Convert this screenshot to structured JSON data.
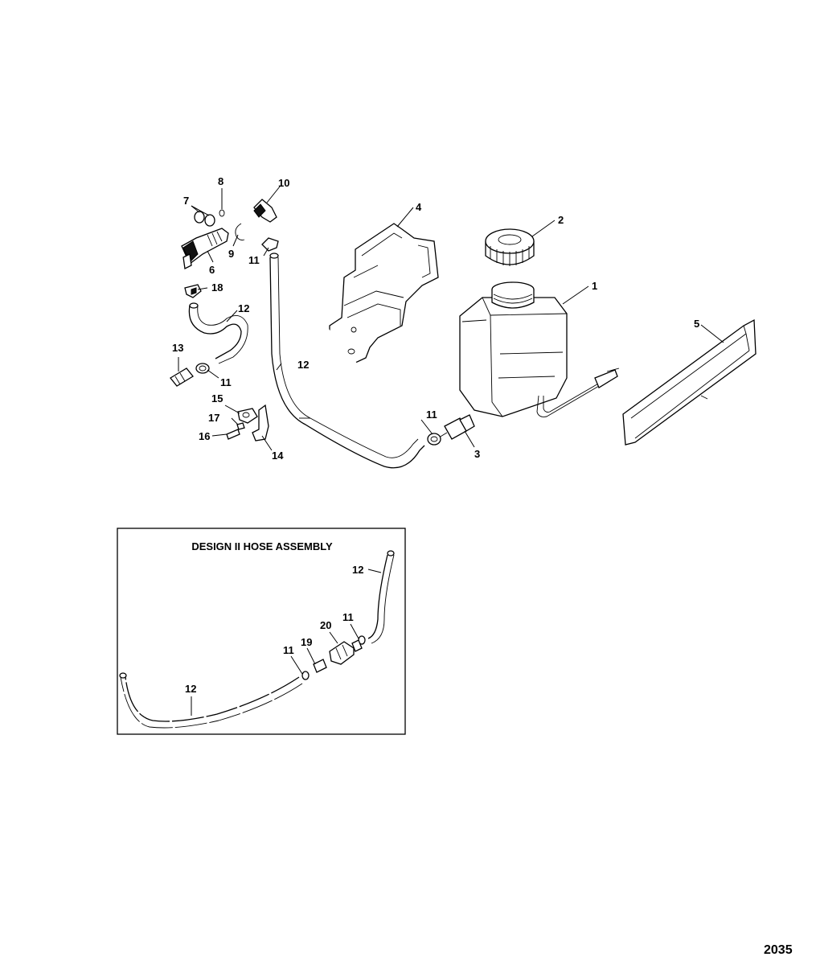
{
  "callouts": {
    "c1": "1",
    "c2": "2",
    "c3": "3",
    "c4": "4",
    "c5": "5",
    "c6": "6",
    "c7": "7",
    "c8": "8",
    "c9": "9",
    "c10": "10",
    "c11a": "11",
    "c11b": "11",
    "c11c": "11",
    "c12a": "12",
    "c12b": "12",
    "c13": "13",
    "c14": "14",
    "c15": "15",
    "c16": "16",
    "c17": "17",
    "c18": "18"
  },
  "inset": {
    "title": "DESIGN II HOSE ASSEMBLY",
    "c12a": "12",
    "c12b": "12",
    "c11a": "11",
    "c11b": "11",
    "c19": "19",
    "c20": "20"
  },
  "figure_number": "2035"
}
